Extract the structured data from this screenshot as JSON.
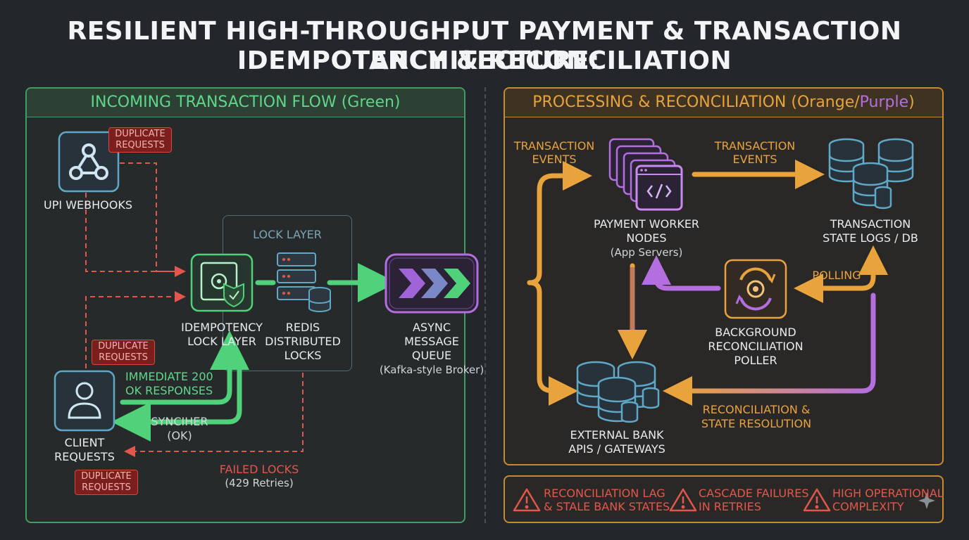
{
  "title": {
    "line1": "RESILIENT HIGH-THROUGHPUT PAYMENT & TRANSACTION ARCHITECTURE:",
    "line2": "IDEMPOTENCY & RECONCILIATION"
  },
  "left_panel": {
    "title": "INCOMING TRANSACTION FLOW (Green)",
    "lock_layer_title": "LOCK LAYER",
    "nodes": {
      "webhooks": "UPI WEBHOOKS",
      "idempotency": [
        "IDEMPOTENCY",
        "LOCK LAYER"
      ],
      "redis": [
        "REDIS",
        "DISTRIBUTED",
        "LOCKS"
      ],
      "client": [
        "CLIENT",
        "REQUESTS"
      ]
    },
    "tags": {
      "dup_top": [
        "DUPLICATE",
        "REQUESTS"
      ],
      "dup_mid": [
        "DUPLICATE",
        "REQUESTS"
      ],
      "dup_bottom": [
        "DUPLICATE",
        "REQUESTS"
      ]
    },
    "labels": {
      "immediate": [
        "IMMEDIATE 200",
        "OK RESPONSES"
      ],
      "sync": [
        "SYNCIHER",
        "(OK)"
      ],
      "failed": [
        "FAILED LOCKS",
        "(429 Retries)"
      ]
    }
  },
  "queue": {
    "label": [
      "ASYNC",
      "MESSAGE",
      "QUEUE"
    ],
    "sub": "(Kafka-style Broker)"
  },
  "right_panel": {
    "title_prefix": "PROCESSING & RECONCILIATION (Orange/",
    "title_purple": "Purple",
    "title_suffix": ")",
    "labels": {
      "events_left": [
        "TRANSACTION",
        "EVENTS"
      ],
      "events_right": [
        "TRANSACTION",
        "EVENTS"
      ],
      "polling": "POLLING",
      "reconciliation": [
        "RECONCILIATION &",
        "STATE RESOLUTION"
      ]
    },
    "nodes": {
      "workers": [
        "PAYMENT WORKER",
        "NODES"
      ],
      "workers_sub": "(App Servers)",
      "state_db": [
        "TRANSACTION",
        "STATE LOGS / DB"
      ],
      "poller": [
        "BACKGROUND",
        "RECONCILIATION",
        "POLLER"
      ],
      "bank": [
        "EXTERNAL BANK",
        "APIS / GATEWAYS"
      ]
    }
  },
  "risks": [
    [
      "RECONCILIATION LAG",
      "& STALE BANK STATES"
    ],
    [
      "CASCADE FAILURES",
      "IN RETRIES"
    ],
    [
      "HIGH OPERATIONAL",
      "COMPLEXITY"
    ]
  ],
  "colors": {
    "green": "#4fd27a",
    "orange": "#e8a33d",
    "purple": "#b46ee0",
    "red": "#e2574c",
    "node_blue": "#5fa8c8"
  }
}
